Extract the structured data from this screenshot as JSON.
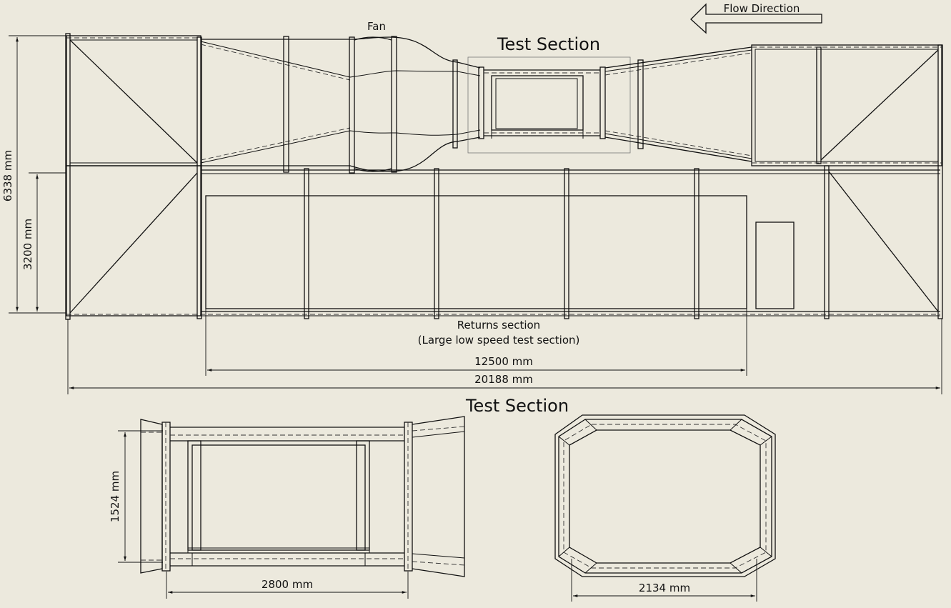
{
  "labels": {
    "fan": "Fan",
    "flow_direction": "Flow Direction",
    "test_section_top": "Test Section",
    "test_section_bottom": "Test Section",
    "returns_line1": "Returns section",
    "returns_line2": "(Large low speed test section)"
  },
  "dimensions": {
    "total_height": "6338 mm",
    "lower_height": "3200 mm",
    "returns_length": "12500 mm",
    "total_length": "20188 mm",
    "ts_height": "1524 mm",
    "ts_length": "2800 mm",
    "ts_width": "2134 mm"
  }
}
